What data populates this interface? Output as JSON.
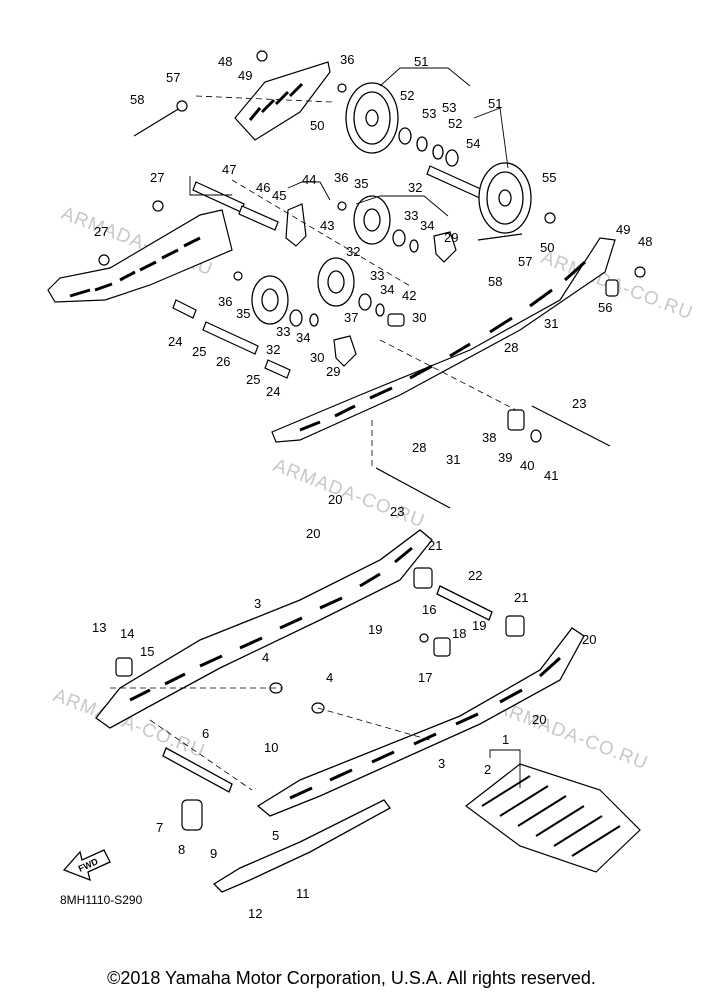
{
  "watermark": "ARMADA-CO.RU",
  "diagram_code": "8MH1110-S290",
  "fwd_label": "FWD",
  "copyright": "©2018 Yamaha Motor Corporation, U.S.A. All rights reserved.",
  "callouts": {
    "c1": "1",
    "c2": "2",
    "c3a": "3",
    "c3b": "3",
    "c4a": "4",
    "c4b": "4",
    "c5": "5",
    "c6": "6",
    "c7": "7",
    "c8": "8",
    "c9": "9",
    "c10": "10",
    "c11": "11",
    "c12": "12",
    "c13": "13",
    "c14": "14",
    "c15": "15",
    "c16": "16",
    "c17": "17",
    "c18": "18",
    "c19a": "19",
    "c19b": "19",
    "c20a": "20",
    "c20b": "20",
    "c20c": "20",
    "c20d": "20",
    "c21a": "21",
    "c21b": "21",
    "c22": "22",
    "c23a": "23",
    "c23b": "23",
    "c24a": "24",
    "c24b": "24",
    "c25a": "25",
    "c25b": "25",
    "c26": "26",
    "c27a": "27",
    "c27b": "27",
    "c28a": "28",
    "c28b": "28",
    "c29a": "29",
    "c29b": "29",
    "c30a": "30",
    "c30b": "30",
    "c31a": "31",
    "c31b": "31",
    "c32a": "32",
    "c32b": "32",
    "c32c": "32",
    "c33a": "33",
    "c33b": "33",
    "c33c": "33",
    "c34a": "34",
    "c34b": "34",
    "c34c": "34",
    "c35a": "35",
    "c35b": "35",
    "c36a": "36",
    "c36b": "36",
    "c36c": "36",
    "c37": "37",
    "c38": "38",
    "c39": "39",
    "c40": "40",
    "c41": "41",
    "c42": "42",
    "c43": "43",
    "c44": "44",
    "c45": "45",
    "c46": "46",
    "c47": "47",
    "c48a": "48",
    "c48b": "48",
    "c49a": "49",
    "c49b": "49",
    "c50a": "50",
    "c50b": "50",
    "c51a": "51",
    "c51b": "51",
    "c52a": "52",
    "c52b": "52",
    "c53a": "53",
    "c53b": "53",
    "c54": "54",
    "c55": "55",
    "c56": "56",
    "c57a": "57",
    "c57b": "57",
    "c58a": "58",
    "c58b": "58"
  }
}
